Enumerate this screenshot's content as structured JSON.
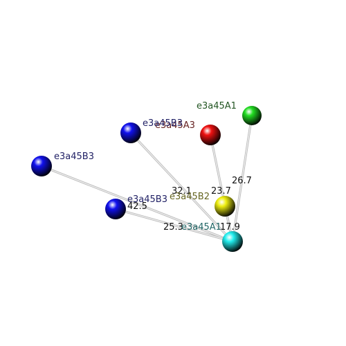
{
  "nodes": [
    {
      "id": "n1",
      "label": "e3a45A1",
      "color": "#22dd22",
      "label_color": "#225522"
    },
    {
      "id": "n2",
      "label": "e3a45A3",
      "color": "#ee1111",
      "label_color": "#662222"
    },
    {
      "id": "n3",
      "label": "e3a45B3",
      "color": "#1111ee",
      "label_color": "#222266"
    },
    {
      "id": "n4",
      "label": "e3a45B3",
      "color": "#1111ee",
      "label_color": "#222266"
    },
    {
      "id": "n5",
      "label": "e3a45B3",
      "color": "#1111ee",
      "label_color": "#222266"
    },
    {
      "id": "n6",
      "label": "e3a45B2",
      "color": "#eeee11",
      "label_color": "#666622"
    },
    {
      "id": "n7",
      "label": "e3a45A1",
      "color": "#22eeee",
      "label_color": "#226666"
    }
  ],
  "edges": [
    {
      "from": "n1",
      "to": "n7",
      "distance": "26.7"
    },
    {
      "from": "n2",
      "to": "n7",
      "distance": "23.7"
    },
    {
      "from": "n3",
      "to": "n7",
      "distance": "32.1"
    },
    {
      "from": "n4",
      "to": "n7",
      "distance": "25.3"
    },
    {
      "from": "n5",
      "to": "n7",
      "distance": "42.5"
    },
    {
      "from": "n6",
      "to": "n7",
      "distance": "17.9"
    }
  ]
}
